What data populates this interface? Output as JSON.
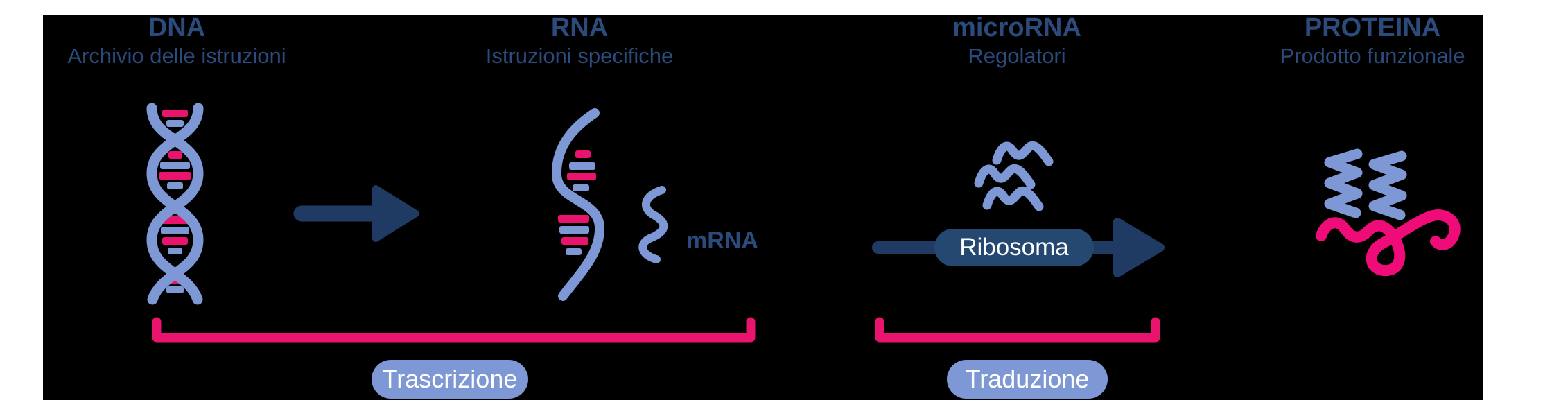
{
  "palette": {
    "page-bg": "#ffffff",
    "panel-bg": "#000000",
    "navy-title": "#2B4B7C",
    "navy-arrow": "#1F3A63",
    "navy-pill": "#24486F",
    "periwinkle": "#7E97D5",
    "pink": "#E9146E",
    "pink-bright": "#F00C78",
    "white-text": "#FFFFFF"
  },
  "columns": [
    {
      "title": "DNA",
      "subtitle": "Archivio delle istruzioni"
    },
    {
      "title": "RNA",
      "subtitle": "Istruzioni specifiche"
    },
    {
      "title": "microRNA",
      "subtitle": "Regolatori"
    },
    {
      "title": "PROTEINA",
      "subtitle": "Prodotto funzionale"
    }
  ],
  "annotations": {
    "mrna_label": "mRNA",
    "ribosome_label": "Ribosoma",
    "transcription_label": "Trascrizione",
    "translation_label": "Traduzione"
  },
  "icons": [
    {
      "name": "dna-helix-icon",
      "meaning": "DNA double helix"
    },
    {
      "name": "arrow-right-icon",
      "meaning": "transcription flow arrow"
    },
    {
      "name": "rna-strand-icon",
      "meaning": "single RNA strand"
    },
    {
      "name": "mrna-squiggle-icon",
      "meaning": "mRNA molecule"
    },
    {
      "name": "microrna-waves-icon",
      "meaning": "three microRNA squiggles"
    },
    {
      "name": "ribosome-arrow-icon",
      "meaning": "translation arrow through ribosome"
    },
    {
      "name": "protein-icon",
      "meaning": "protein helices and folded chain"
    },
    {
      "name": "transcription-bracket-icon",
      "meaning": "span bracket DNA to RNA"
    },
    {
      "name": "translation-bracket-icon",
      "meaning": "span bracket microRNA stage"
    }
  ]
}
